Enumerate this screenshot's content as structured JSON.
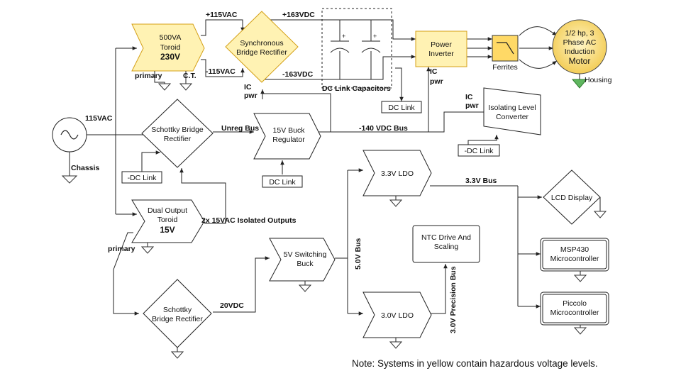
{
  "colors": {
    "hazard_fill": "#fff2b3",
    "hazard_stroke": "#d4a017",
    "ferrite_fill": "#ffd966",
    "motor_fill_center": "#fff6c8",
    "motor_fill_edge": "#f2c94c",
    "housing_ground": "#5fb65f",
    "background": "#ffffff"
  },
  "labels": {
    "toroid_500": [
      "500VA",
      "Toroid",
      "230V"
    ],
    "sync_rect": [
      "Synchronous",
      "Bridge Rectifier"
    ],
    "power_inverter": [
      "Power",
      "Inverter"
    ],
    "ferrites": "Ferrites",
    "motor": [
      "1/2 hp, 3",
      "Phase AC",
      "Induction",
      "Motor"
    ],
    "housing": "Housing",
    "plus115": "+115VAC",
    "minus115": "-115VAC",
    "plus163": "+163VDC",
    "minus163": "-163VDC",
    "primary_top": "primary",
    "ct": "C.T.",
    "ic_pwr_1": [
      "IC",
      "pwr"
    ],
    "ic_pwr_2": [
      "IC",
      "pwr"
    ],
    "ic_pwr_3": [
      "IC",
      "pwr"
    ],
    "dc_link_caps": "DC Link Capacitors",
    "dc_link_1": "DC Link",
    "neg_dc_link_1": "-DC Link",
    "dc_link_2": "DC Link",
    "neg_dc_link_2": "-DC Link",
    "isolating": [
      "Isolating Level",
      "Converter"
    ],
    "vac115": "115VAC",
    "chassis": "Chassis",
    "schottky_top": [
      "Schottky Bridge",
      "Rectifier"
    ],
    "unreg_bus": "Unreg Bus",
    "buck15": [
      "15V Buck",
      "Regulator"
    ],
    "bus140": "-140 VDC Bus",
    "dual_toroid": [
      "Dual Output",
      "Toroid",
      "15V"
    ],
    "primary_bottom": "primary",
    "isolated_outputs": "2x 15VAC Isolated Outputs",
    "switching_buck": [
      "5V Switching",
      "Buck"
    ],
    "schottky_bottom": [
      "Schottky",
      "Bridge Rectifier"
    ],
    "vdc20": "20VDC",
    "ldo33": "3.3V LDO",
    "ldo30": "3.0V LDO",
    "bus33": "3.3V Bus",
    "bus5v": "5.0V Bus",
    "ntc": [
      "NTC Drive And",
      "Scaling"
    ],
    "precision_bus": "3.0V Precision Bus",
    "lcd": "LCD Display",
    "msp430": [
      "MSP430",
      "Microcontroller"
    ],
    "piccolo": [
      "Piccolo",
      "Microcontroller"
    ],
    "note": "Note: Systems in yellow contain hazardous voltage levels."
  }
}
